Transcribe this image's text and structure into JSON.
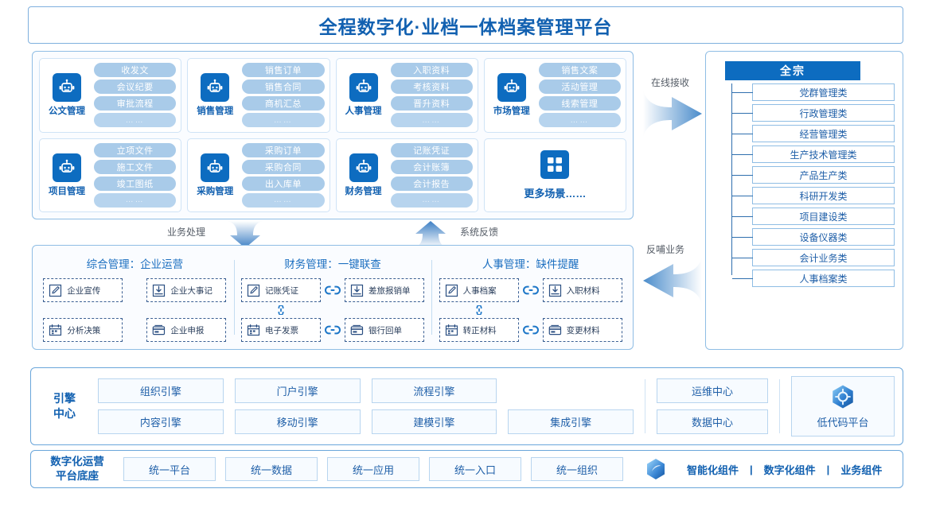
{
  "header": {
    "title": "全程数字化·业档一体档案管理平台"
  },
  "business_modules": [
    {
      "name": "公文管理",
      "icon": "robot-icon",
      "tags": [
        "收发文",
        "会议纪要",
        "审批流程",
        "……"
      ]
    },
    {
      "name": "销售管理",
      "icon": "robot-icon",
      "tags": [
        "销售订单",
        "销售合同",
        "商机汇总",
        "……"
      ]
    },
    {
      "name": "人事管理",
      "icon": "robot-icon",
      "tags": [
        "入职资料",
        "考核资料",
        "晋升资料",
        "……"
      ]
    },
    {
      "name": "市场管理",
      "icon": "robot-icon",
      "tags": [
        "销售文案",
        "活动管理",
        "线索管理",
        "……"
      ]
    },
    {
      "name": "项目管理",
      "icon": "robot-icon",
      "tags": [
        "立项文件",
        "施工文件",
        "竣工图纸",
        "……"
      ]
    },
    {
      "name": "采购管理",
      "icon": "robot-icon",
      "tags": [
        "采购订单",
        "采购合同",
        "出入库单",
        "……"
      ]
    },
    {
      "name": "财务管理",
      "icon": "robot-icon",
      "tags": [
        "记账凭证",
        "会计账簿",
        "会计报告",
        "……"
      ]
    }
  ],
  "more_scenes": {
    "label": "更多场景……",
    "icon": "grid-squares-icon"
  },
  "flow_labels": {
    "business_process": "业务处理",
    "system_feedback": "系统反馈",
    "online_receive": "在线接收",
    "feedback_business": "反哺业务"
  },
  "mid_groups": [
    {
      "title": "综合管理：企业运营",
      "items": [
        {
          "label": "企业宣传",
          "icon": "pencil-square-icon"
        },
        {
          "label": "企业大事记",
          "icon": "download-box-icon"
        },
        {
          "label": "分析决策",
          "icon": "calendar-icon"
        },
        {
          "label": "企业申报",
          "icon": "card-icon"
        }
      ],
      "linked": false
    },
    {
      "title": "财务管理：一键联查",
      "items": [
        {
          "label": "记账凭证",
          "icon": "pencil-square-icon"
        },
        {
          "label": "差旅报销单",
          "icon": "download-box-icon"
        },
        {
          "label": "电子发票",
          "icon": "calendar-icon"
        },
        {
          "label": "银行回单",
          "icon": "card-icon"
        }
      ],
      "linked": true
    },
    {
      "title": "人事管理：缺件提醒",
      "items": [
        {
          "label": "人事档案",
          "icon": "pencil-square-icon"
        },
        {
          "label": "入职材料",
          "icon": "download-box-icon"
        },
        {
          "label": "转正材料",
          "icon": "calendar-icon"
        },
        {
          "label": "变更材料",
          "icon": "card-icon"
        }
      ],
      "linked": true
    }
  ],
  "tree": {
    "root": "全宗",
    "items": [
      "党群管理类",
      "行政管理类",
      "经营管理类",
      "生产技术管理类",
      "产品生产类",
      "科研开发类",
      "项目建设类",
      "设备仪器类",
      "会计业务类",
      "人事档案类"
    ]
  },
  "engine": {
    "title_line1": "引擎",
    "title_line2": "中心",
    "engines": [
      "组织引擎",
      "门户引擎",
      "流程引擎",
      "内容引擎",
      "移动引擎",
      "建模引擎",
      "集成引擎"
    ],
    "centers": [
      "运维中心",
      "数据中心"
    ],
    "lowcode": {
      "label": "低代码平台",
      "icon": "hexagon-gear-icon"
    }
  },
  "base": {
    "title_line1": "数字化运营",
    "title_line2": "平台底座",
    "items": [
      "统一平台",
      "统一数据",
      "统一应用",
      "统一入口",
      "统一组织"
    ],
    "icon": "hexagon-cube-icon",
    "tags": [
      "智能化组件",
      "数字化组件",
      "业务组件"
    ],
    "separator": "|"
  },
  "colors": {
    "brand_blue": "#1160b0",
    "solid_blue": "#0d6cc0",
    "pill_blue": "#a9cbe9",
    "border_blue": "#8fbde4",
    "panel_bg": "#fafcff"
  }
}
